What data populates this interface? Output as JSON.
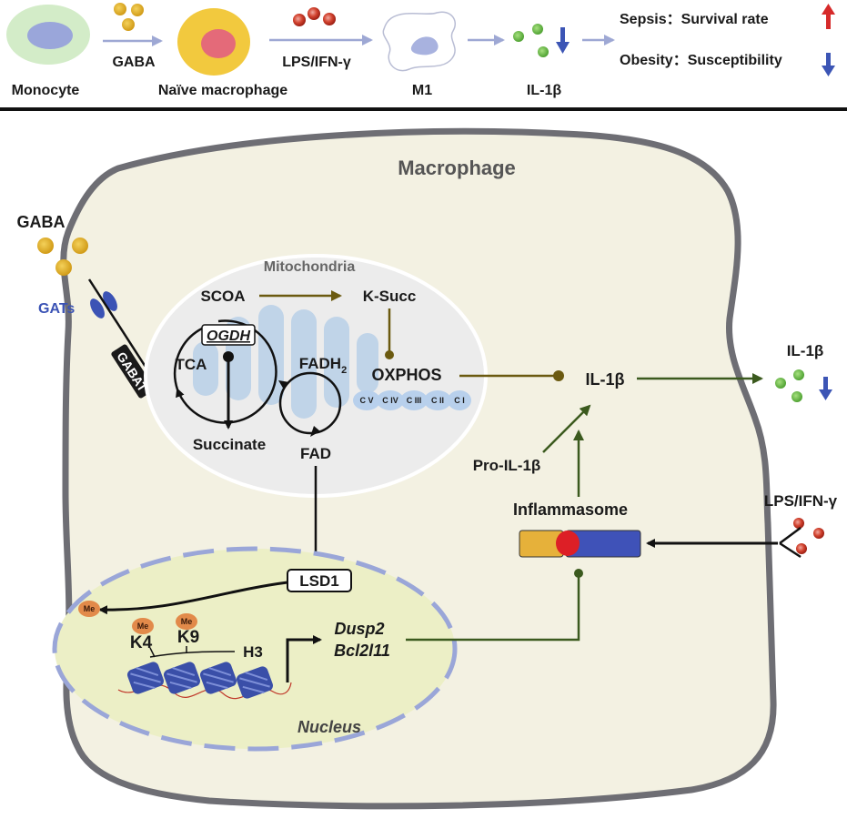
{
  "summary": {
    "monocyte": "Monocyte",
    "gaba": "GABA",
    "naive_macrophage": "Naïve macrophage",
    "lps_ifn": "LPS/IFN-γ",
    "m1": "M1",
    "il1b": "IL-1β",
    "sepsis_label": "Sepsis：",
    "sepsis_effect": "Survival rate",
    "obesity_label": "Obesity：",
    "obesity_effect": "Susceptibility"
  },
  "cell": {
    "title": "Macrophage",
    "gaba": "GABA",
    "gats": "GATs",
    "gabat": "GABAT",
    "lps_ifn": "LPS/IFN-γ",
    "il1b_out": "IL-1β"
  },
  "mito": {
    "title": "Mitochondria",
    "scoa": "SCOA",
    "ksucc": "K-Succ",
    "ogdh": "OGDH",
    "tca": "TCA",
    "fadh2": "FADH",
    "fadh2_sub": "2",
    "oxphos": "OXPHOS",
    "complexes": [
      "C V",
      "C IV",
      "C III",
      "C II",
      "C I"
    ],
    "succinate": "Succinate",
    "fad": "FAD"
  },
  "inflam": {
    "il1b": "IL-1β",
    "pro_il1b": "Pro-IL-1β",
    "inflammasome": "Inflammasome"
  },
  "nucleus": {
    "title": "Nucleus",
    "lsd1": "LSD1",
    "me": "Me",
    "k4": "K4",
    "k9": "K9",
    "h3": "H3",
    "gene1": "Dusp2",
    "gene2": "Bcl2l11"
  },
  "colors": {
    "cell_fill": "#f3f1e2",
    "cell_border": "#6e6e74",
    "mito_fill": "#ececec",
    "nucleus_fill": "#ecefc6",
    "nucleus_border": "#9aa6d8",
    "gaba_dot": "#e3b12c",
    "il1b_dot": "#6bbf4a",
    "lps_dot": "#c0392b",
    "up_arrow": "#d62a2a",
    "down_arrow": "#3c55b5",
    "olive_arrow": "#6b5a10",
    "green_arrow": "#3b5a1e"
  }
}
